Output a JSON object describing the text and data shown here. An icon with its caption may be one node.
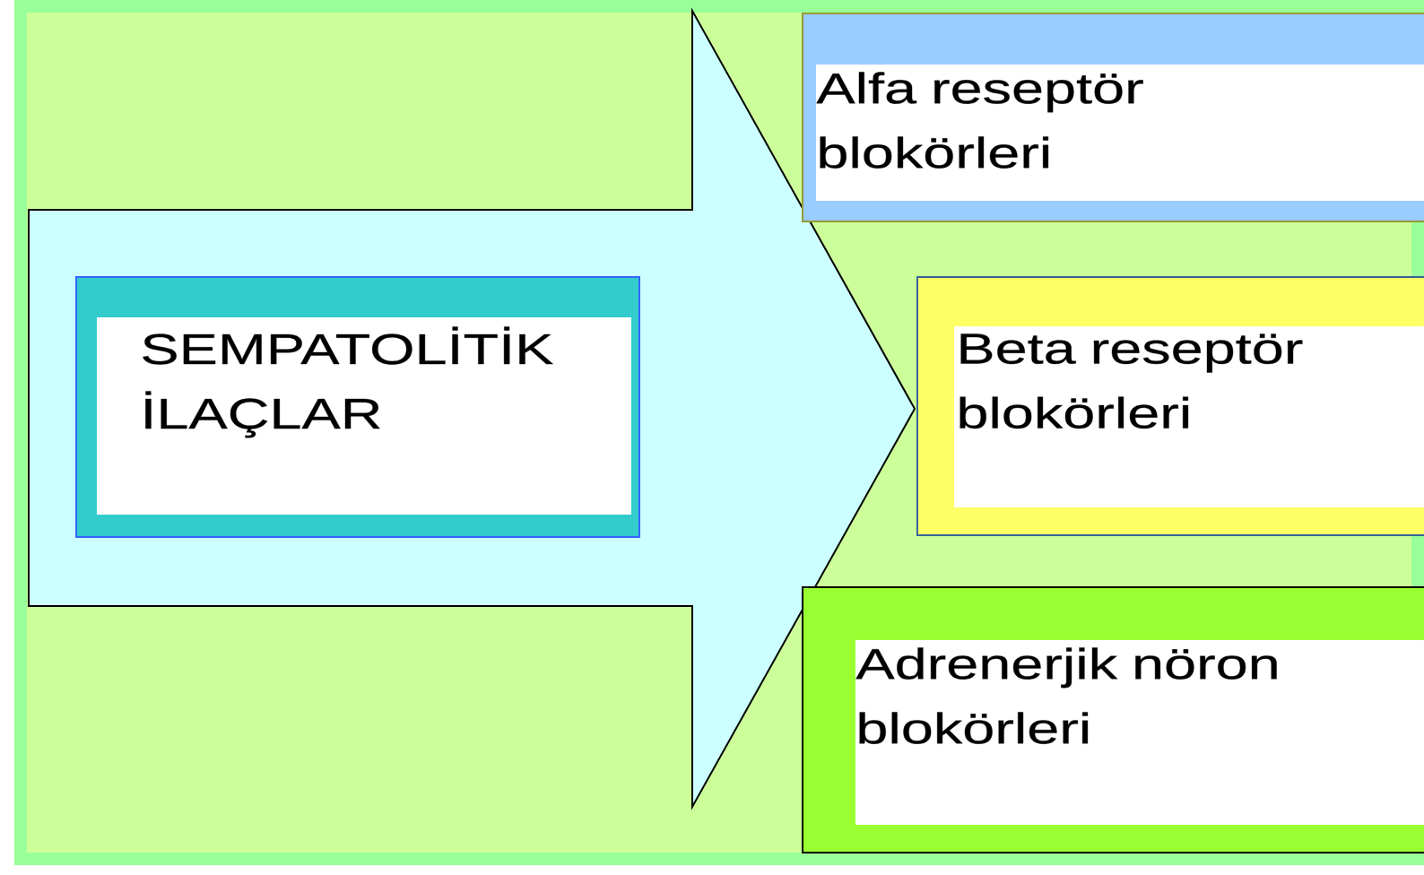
{
  "diagram": {
    "nodes": [
      {
        "text": [
          "SEMPATOLİTİK İLAÇLAR"
        ]
      },
      {
        "text": [
          "Alfa reseptör blokörleri"
        ]
      },
      {
        "text": [
          "Beta reseptör blokörleri"
        ]
      },
      {
        "text": [
          "Adrenerjik nöron blokörleri"
        ]
      }
    ],
    "edges": [
      {
        "from": 0,
        "to": 1,
        "arrow": "to"
      },
      {
        "from": 0,
        "to": 2,
        "arrow": "to"
      },
      {
        "from": 0,
        "to": 3,
        "arrow": "to"
      }
    ]
  }
}
